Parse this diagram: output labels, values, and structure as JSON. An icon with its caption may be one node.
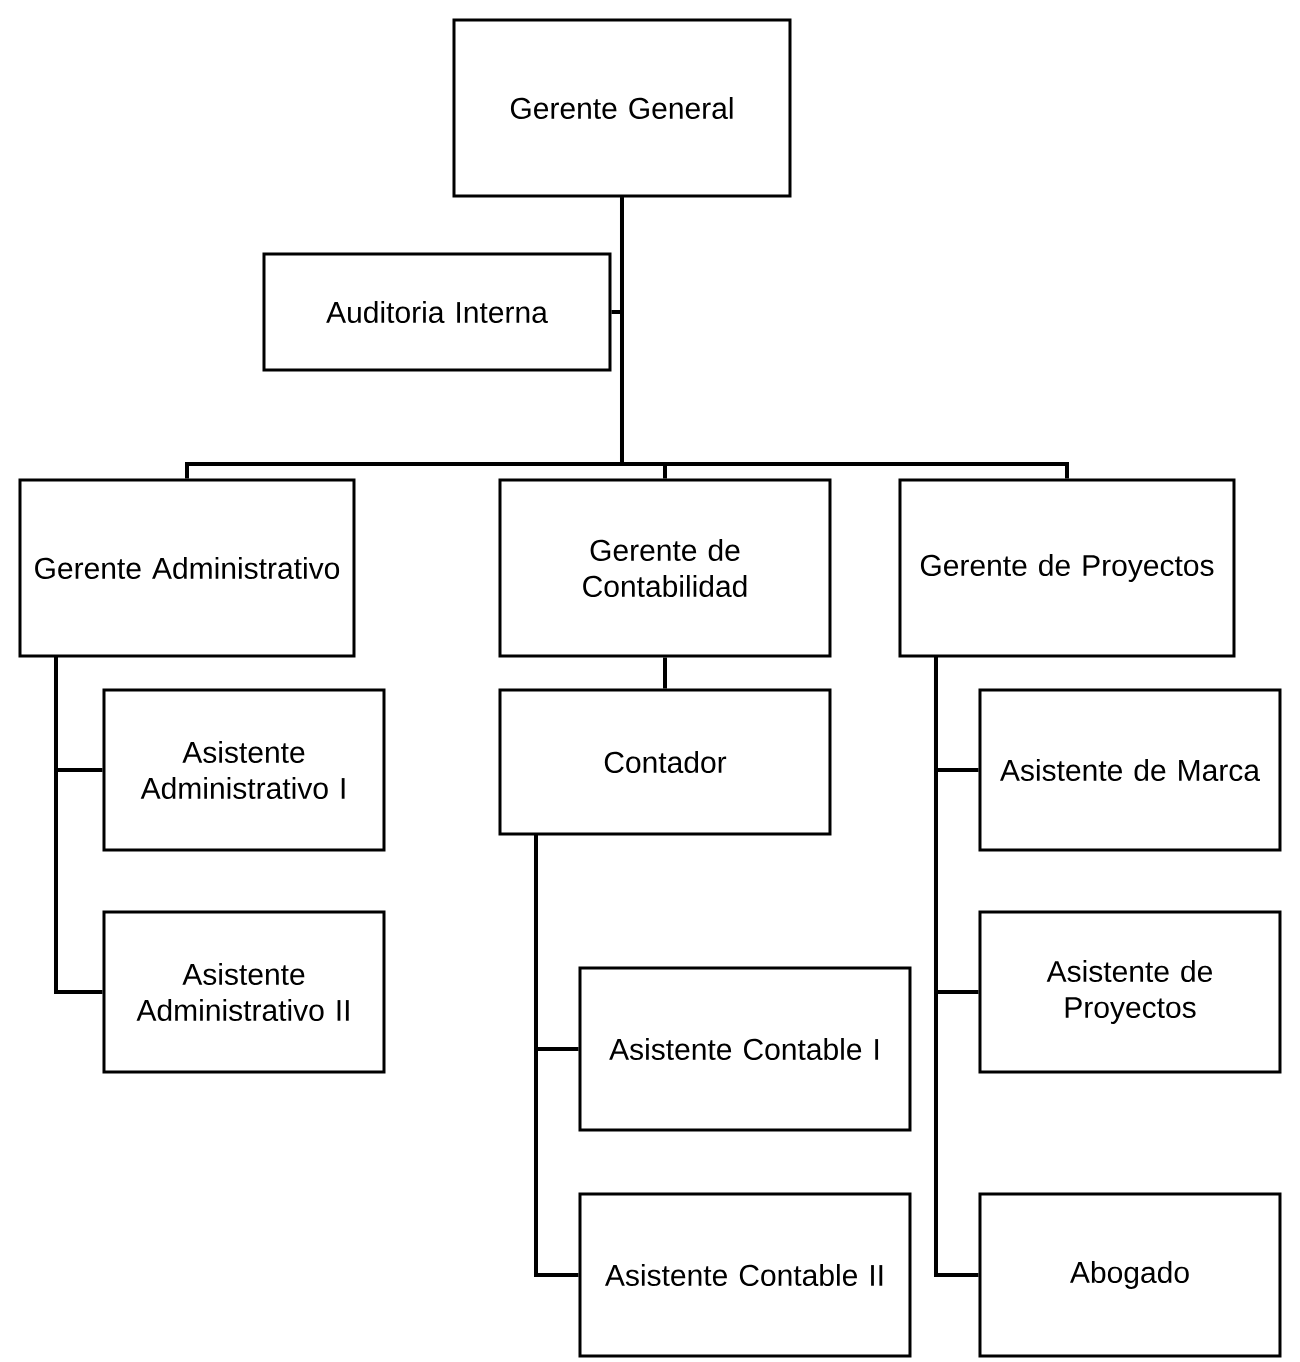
{
  "diagram": {
    "nodes": [
      {
        "text": [
          "Gerente General"
        ]
      },
      {
        "text": [
          "Auditoria Interna"
        ]
      },
      {
        "text": [
          "Gerente Administrativo"
        ]
      },
      {
        "text": [
          "Gerente de Contabilidad"
        ]
      },
      {
        "text": [
          "Gerente de Proyectos"
        ]
      },
      {
        "text": [
          "Asistente Administrativo I"
        ]
      },
      {
        "text": [
          "Asistente Administrativo II"
        ]
      },
      {
        "text": [
          "Contador"
        ]
      },
      {
        "text": [
          "Asistente Contable I"
        ]
      },
      {
        "text": [
          "Asistente Contable II"
        ]
      },
      {
        "text": [
          "Asistente de Marca"
        ]
      },
      {
        "text": [
          "Asistente de Proyectos"
        ]
      },
      {
        "text": [
          "Abogado"
        ]
      }
    ],
    "edges": [
      {
        "from": 0,
        "to": 1,
        "arrow": "none"
      },
      {
        "from": 0,
        "to": 2,
        "arrow": "none"
      },
      {
        "from": 0,
        "to": 3,
        "arrow": "none"
      },
      {
        "from": 0,
        "to": 4,
        "arrow": "none"
      },
      {
        "from": 2,
        "to": 5,
        "arrow": "none"
      },
      {
        "from": 2,
        "to": 6,
        "arrow": "none"
      },
      {
        "from": 3,
        "to": 7,
        "arrow": "none"
      },
      {
        "from": 7,
        "to": 8,
        "arrow": "none"
      },
      {
        "from": 7,
        "to": 9,
        "arrow": "none"
      },
      {
        "from": 4,
        "to": 10,
        "arrow": "none"
      },
      {
        "from": 4,
        "to": 11,
        "arrow": "none"
      },
      {
        "from": 4,
        "to": 12,
        "arrow": "none"
      }
    ]
  }
}
